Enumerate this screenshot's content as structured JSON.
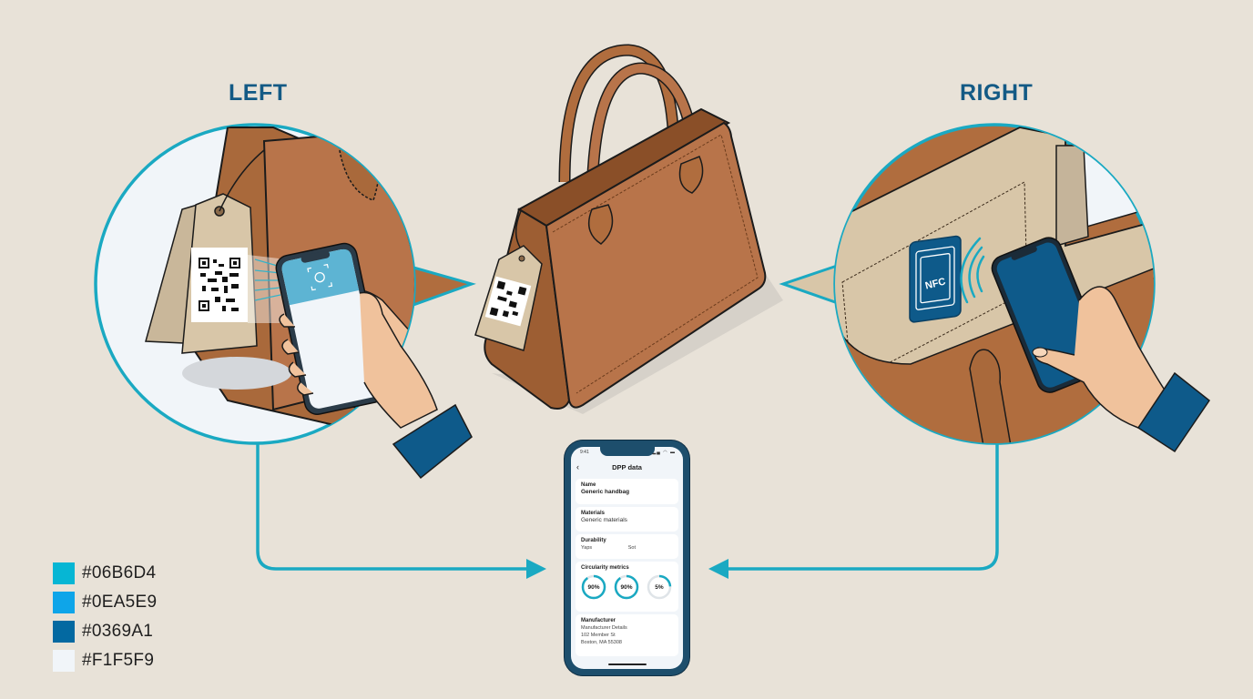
{
  "headings": {
    "left": "LEFT",
    "right": "RIGHT"
  },
  "left_panel": {
    "description": "QR code hang tag on handbag scanned by smartphone camera",
    "tag_type": "QR code",
    "icon": "qr-code-icon"
  },
  "center_panel": {
    "description": "Brown leather handbag with QR hang tag",
    "icon": "handbag-icon"
  },
  "right_panel": {
    "description": "NFC chip inside handbag interior tapped by smartphone",
    "nfc_label": "NFC",
    "icon": "nfc-icon"
  },
  "phone": {
    "status_time": "9:41",
    "status_icons": "signal wifi battery",
    "nav_back": "‹",
    "title": "DPP data",
    "cards": {
      "name": {
        "label": "Name",
        "value": "Generic handbag"
      },
      "materials": {
        "label": "Materials",
        "value": "Generic materials"
      },
      "durability": {
        "label": "Durability",
        "col1": "Yaps",
        "col2": "Sot"
      },
      "circularity": {
        "label": "Circularity metrics",
        "gauges": [
          {
            "value": "90%",
            "pct": 90
          },
          {
            "value": "90%",
            "pct": 90
          },
          {
            "value": "5%",
            "pct": 5
          }
        ]
      },
      "manufacturer": {
        "label": "Manufacturer",
        "line1": "Manufacturer Details",
        "line2": "102 Member St",
        "line3": "Boston, MA 55308"
      }
    }
  },
  "legend": [
    {
      "label": "#06B6D4",
      "color": "#06B6D4"
    },
    {
      "label": "#0EA5E9",
      "color": "#0EA5E9"
    },
    {
      "label": "#0369A1",
      "color": "#0369A1"
    },
    {
      "label": "#F1F5F9",
      "color": "#F1F5F9"
    }
  ],
  "colors": {
    "background": "#e8e2d8",
    "accent": "#06B6D4",
    "leather": "#b06d3e",
    "heading": "#135a85",
    "sleeve": "#0e5a8a"
  }
}
